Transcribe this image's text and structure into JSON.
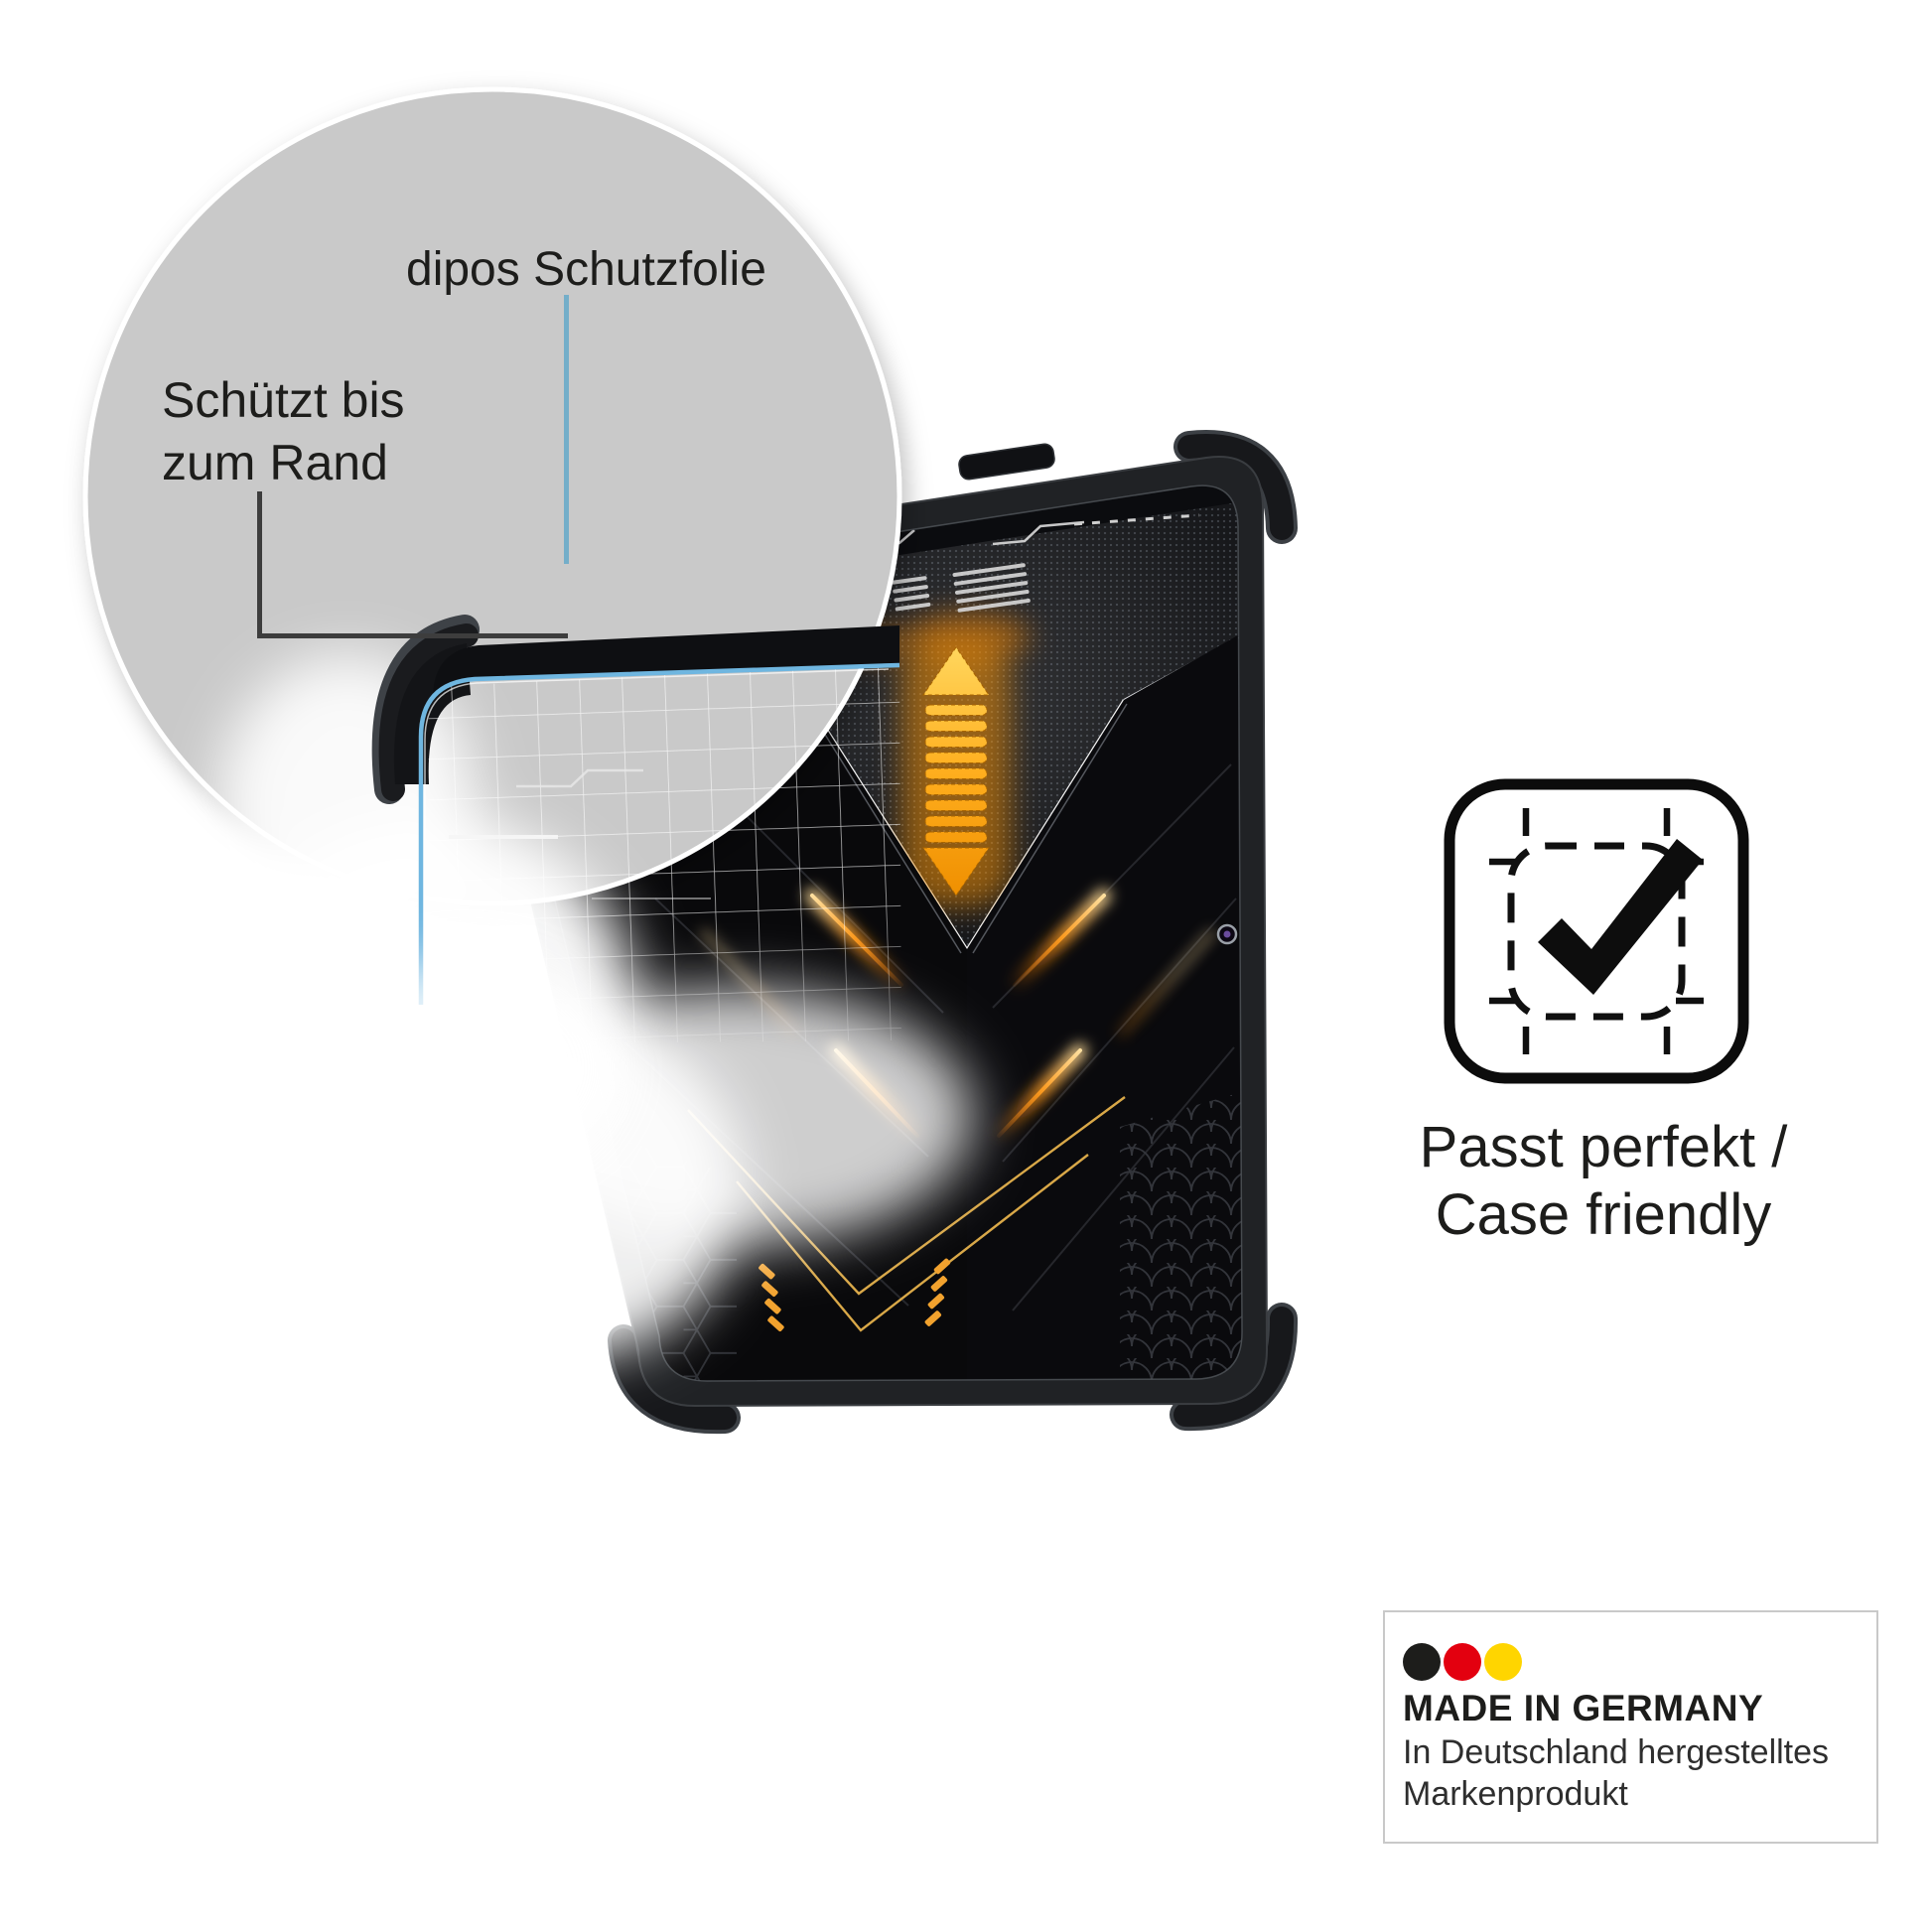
{
  "callout": {
    "product_label": "dipos Schutzfolie",
    "feature_line1": "Schützt bis",
    "feature_line2": "zum Rand"
  },
  "fit": {
    "line1": "Passt perfekt /",
    "line2": "Case friendly",
    "icon": "checkmark-frame-icon"
  },
  "origin": {
    "title": "MADE IN GERMANY",
    "subtitle_line1": "In Deutschland hergestelltes",
    "subtitle_line2": "Markenprodukt",
    "flag_colors": [
      "#1d1d1b",
      "#e3000f",
      "#ffd500"
    ]
  },
  "product": {
    "description": "rugged tablet with peeling screen protector film",
    "film_edge_color": "#6fb6e0",
    "wallpaper_accent": "#ff9d20",
    "callout_circle_color": "#c9c9c9",
    "annotation_blue": "#74aec9",
    "annotation_dark": "#3d3d3d"
  }
}
